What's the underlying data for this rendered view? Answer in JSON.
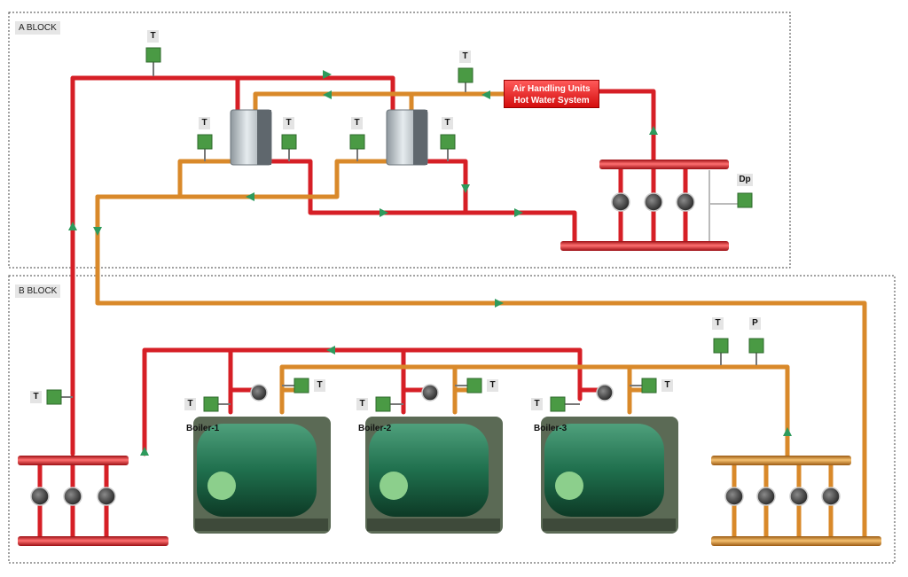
{
  "blocks": {
    "a": "A BLOCK",
    "b": "B BLOCK"
  },
  "ahu": {
    "line1": "Air Handling Units",
    "line2": "Hot Water System"
  },
  "sensors": {
    "temperature": "T",
    "pressure": "P",
    "differential_pressure": "Dp"
  },
  "boilers": [
    "Boiler-1",
    "Boiler-2",
    "Boiler-3"
  ],
  "colors": {
    "supply_pipe": "#d61f26",
    "return_pipe": "#d9892a",
    "sensor": "#4a9a44",
    "boiler_body": "#1d6b4a",
    "border": "#555555"
  }
}
